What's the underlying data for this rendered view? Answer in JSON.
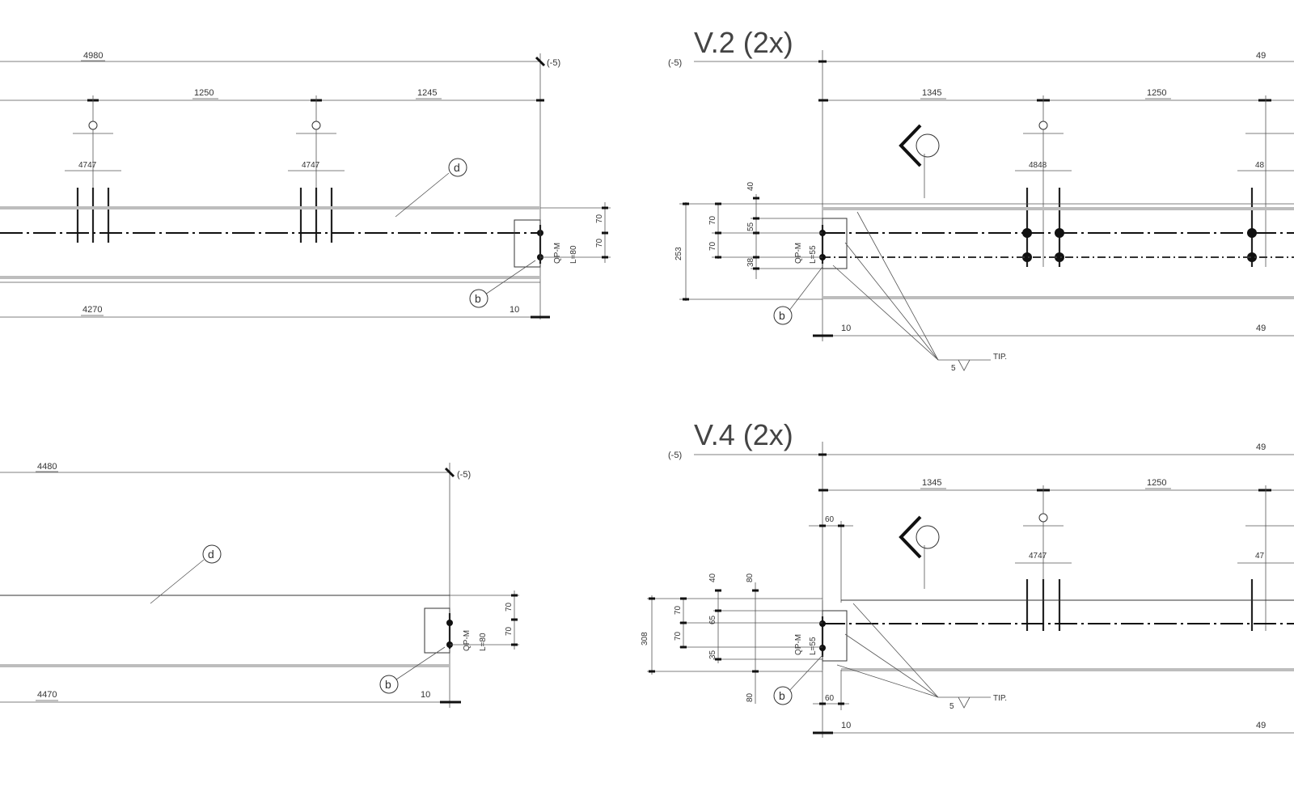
{
  "views": {
    "top_left": {
      "overall_top": "4980",
      "seg1": "1250",
      "seg2": "1245",
      "level": "(-5)",
      "hole1": "4747",
      "hole2": "4747",
      "bottom": "4270",
      "gap": "10",
      "mark_d": "d",
      "mark_b": "b",
      "bolt_note_1": "QP-M",
      "bolt_note_2": "L=80",
      "dim_70a": "70",
      "dim_70b": "70"
    },
    "top_right": {
      "title": "V.2 (2x)",
      "level": "(-5)",
      "overall_top": "49",
      "seg1": "1345",
      "seg2": "1250",
      "hole1": "4848",
      "hole2": "48",
      "height": "253",
      "d40": "40",
      "d70a": "70",
      "d70b": "70",
      "d55": "55",
      "d38": "38",
      "bolt_note_1": "QP-M",
      "bolt_note_2": "L=55",
      "gap": "10",
      "bottom": "49",
      "mark_b": "b",
      "weld": "5",
      "weld_note": "TIP."
    },
    "bottom_left": {
      "overall_top": "4480",
      "level": "(-5)",
      "mark_d": "d",
      "mark_b": "b",
      "bottom": "4470",
      "gap": "10",
      "bolt_note_1": "QP-M",
      "bolt_note_2": "L=80",
      "dim_70a": "70",
      "dim_70b": "70"
    },
    "bottom_right": {
      "title": "V.4 (2x)",
      "level": "(-5)",
      "overall_top": "49",
      "seg1": "1345",
      "seg2": "1250",
      "d60": "60",
      "hole1": "4747",
      "hole2": "47",
      "height": "308",
      "d40": "40",
      "d80a": "80",
      "d70a": "70",
      "d65": "65",
      "d70b": "70",
      "d35": "35",
      "d80b": "80",
      "d60b": "60",
      "bolt_note_1": "QP-M",
      "bolt_note_2": "L=55",
      "gap": "10",
      "bottom": "49",
      "mark_b": "b",
      "weld": "5",
      "weld_note": "TIP."
    }
  },
  "colors": {
    "line": "#333333",
    "flange": "#bdbdbd",
    "background": "#ffffff"
  }
}
